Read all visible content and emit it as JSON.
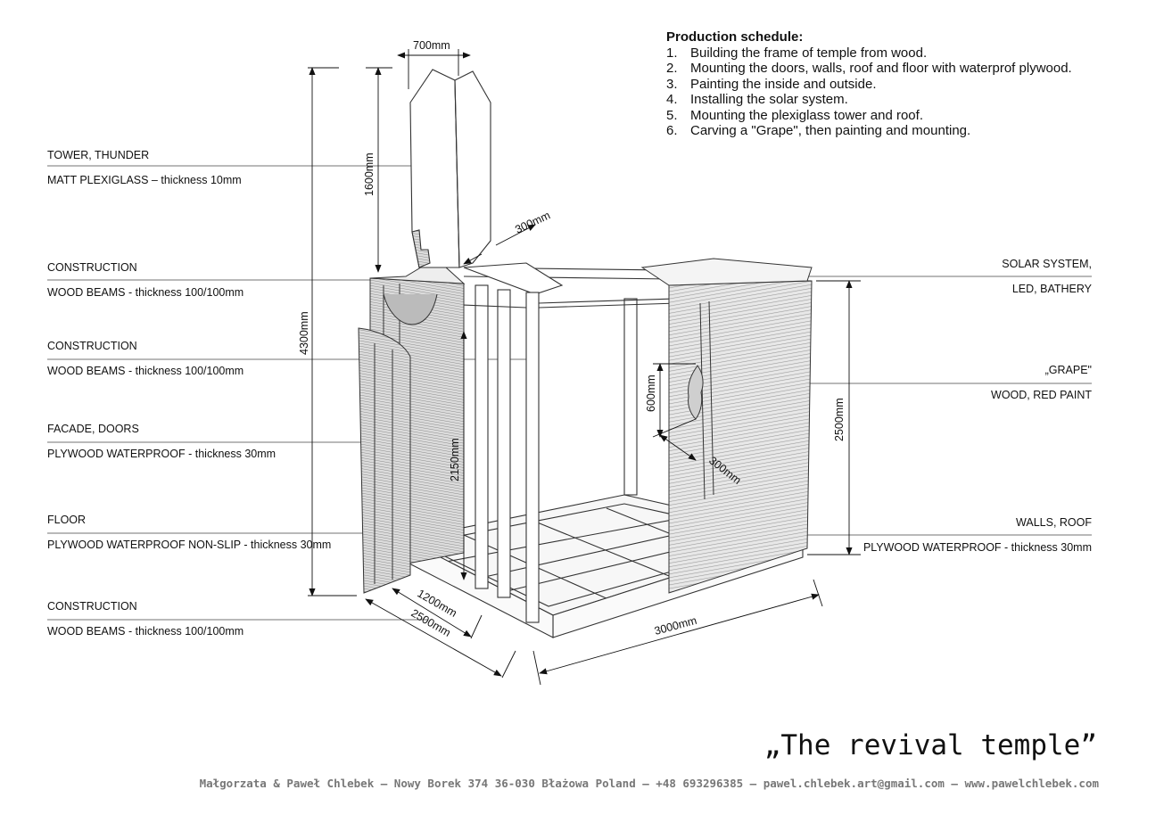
{
  "schedule": {
    "heading": "Production schedule:",
    "steps": [
      {
        "num": "1.",
        "text": "Building the frame of temple from wood."
      },
      {
        "num": "2.",
        "text": "Mounting the doors, walls, roof and floor with waterprof plywood."
      },
      {
        "num": "3.",
        "text": "Painting the inside and outside."
      },
      {
        "num": "4.",
        "text": "Installing the solar system."
      },
      {
        "num": "5.",
        "text": "Mounting the plexiglass tower and roof."
      },
      {
        "num": "6.",
        "text": "Carving a \"Grape\", then painting and mounting."
      }
    ]
  },
  "left_labels": [
    {
      "title": "TOWER, THUNDER",
      "detail": "MATT PLEXIGLASS – thickness 10mm"
    },
    {
      "title": "CONSTRUCTION",
      "detail": "WOOD BEAMS - thickness 100/100mm"
    },
    {
      "title": "CONSTRUCTION",
      "detail": "WOOD BEAMS - thickness 100/100mm"
    },
    {
      "title": "FACADE, DOORS",
      "detail": "PLYWOOD WATERPROOF - thickness 30mm"
    },
    {
      "title": "FLOOR",
      "detail": "PLYWOOD WATERPROOF NON-SLIP - thickness 30mm"
    },
    {
      "title": "CONSTRUCTION",
      "detail": "WOOD BEAMS - thickness 100/100mm"
    }
  ],
  "right_labels": [
    {
      "title": "SOLAR SYSTEM,",
      "detail": "LED, BATHERY"
    },
    {
      "title": "„GRAPE\"",
      "detail": "WOOD, RED PAINT"
    },
    {
      "title": "WALLS, ROOF",
      "detail": "PLYWOOD WATERPROOF - thickness 30mm"
    }
  ],
  "dimensions": {
    "tower_width": "700mm",
    "tower_height": "1600mm",
    "tower_depth": "300mm",
    "total_height": "4300mm",
    "door_height": "2150mm",
    "grape_height": "600mm",
    "grape_depth": "300mm",
    "wall_height": "2500mm",
    "front_depth_a": "1200mm",
    "front_depth_b": "2500mm",
    "length": "3000mm"
  },
  "title": "„The revival temple”",
  "footer": "Małgorzata & Paweł Chlebek – Nowy Borek 374 36-030 Błażowa Poland – +48 693296385 – pawel.chlebek.art@gmail.com – www.pawelchlebek.com"
}
